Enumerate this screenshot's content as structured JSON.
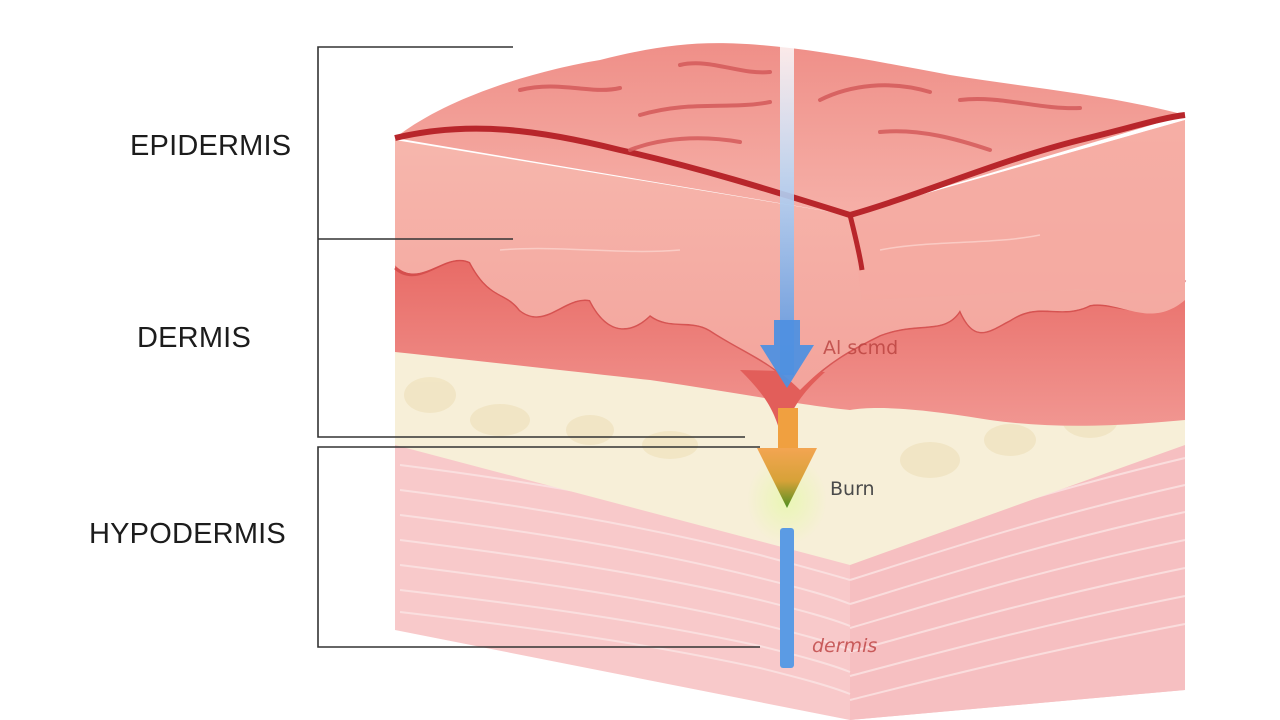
{
  "labels": {
    "epidermis": "EPIDERMIS",
    "dermis": "DERMIS",
    "hypodermis": "HYPODERMIS"
  },
  "annotations": {
    "upper": "Al scmd",
    "middle": "Burn",
    "lower": "dermis"
  },
  "colors": {
    "epidermis_top": "#f2a29a",
    "epidermis_edge": "#b8262b",
    "dermis": "#f09892",
    "dermis_dark": "#e06a66",
    "fat": "#f6eed6",
    "hypodermis": "#f7c4c6",
    "probe_blue": "#5b9be4",
    "burn_orange": "#f0a040",
    "burn_green": "#5a9a2a"
  }
}
